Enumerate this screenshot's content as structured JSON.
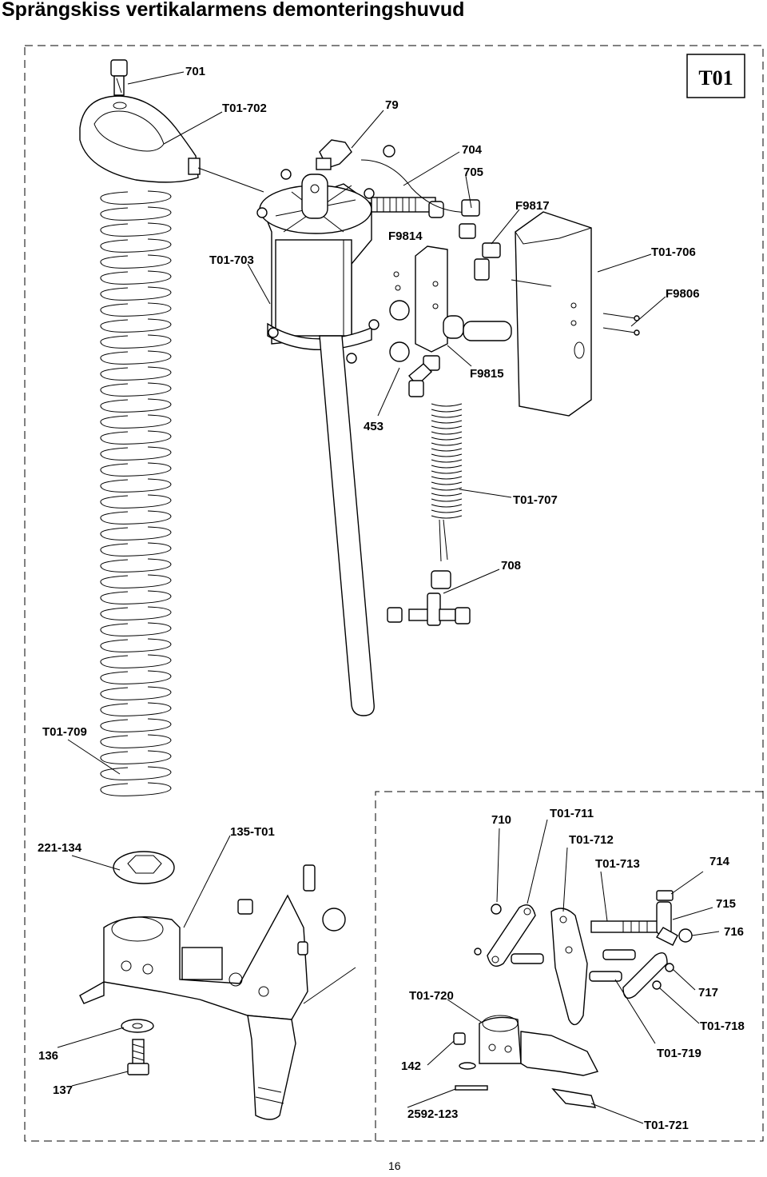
{
  "title": "Sprängskiss vertikalarmens demonteringshuvud",
  "page_number": "16",
  "drawing_code": "T01",
  "labels": {
    "l701": "701",
    "lT01_702": "T01-702",
    "l79": "79",
    "l704": "704",
    "l705": "705",
    "lF9817": "F9817",
    "lF9814": "F9814",
    "lT01_706": "T01-706",
    "lT01_703": "T01-703",
    "lF9806": "F9806",
    "lF9815": "F9815",
    "l453": "453",
    "lT01_707": "T01-707",
    "l708": "708",
    "lT01_709": "T01-709",
    "l221_134": "221-134",
    "l135_T01": "135-T01",
    "l710": "710",
    "lT01_711": "T01-711",
    "lT01_712": "T01-712",
    "lT01_713": "T01-713",
    "l714": "714",
    "l715": "715",
    "l716": "716",
    "lT01_720": "T01-720",
    "l717": "717",
    "lT01_718": "T01-718",
    "l136": "136",
    "l142": "142",
    "lT01_719": "T01-719",
    "l137": "137",
    "l2592_123": "2592-123",
    "lT01_721": "T01-721"
  }
}
